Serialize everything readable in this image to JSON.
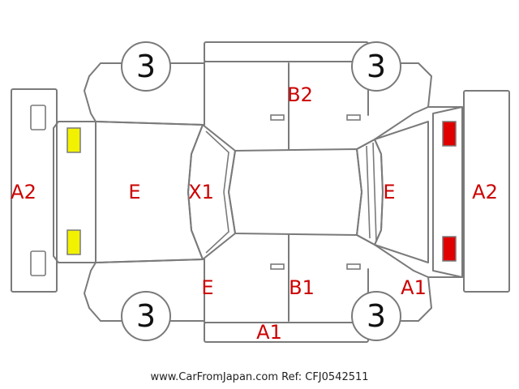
{
  "colors": {
    "outline": "#7a7a7a",
    "damage_code": "#cc0000",
    "front_light": "#f2f200",
    "rear_light": "#e00000"
  },
  "wheels": {
    "front_left": "3",
    "rear_left": "3",
    "front_right": "3",
    "rear_right": "3"
  },
  "codes": {
    "front_bumper": "A2",
    "rear_bumper": "A2",
    "hood": "E",
    "windshield": "X1",
    "trunk": "E",
    "upper_rear_door": "B2",
    "lower_front_door": "E",
    "lower_rear_door": "B1",
    "lower_rear_fender": "A1",
    "lower_rocker": "A1"
  },
  "footer": "www.CarFromJapan.com Ref: CFJ0542511"
}
